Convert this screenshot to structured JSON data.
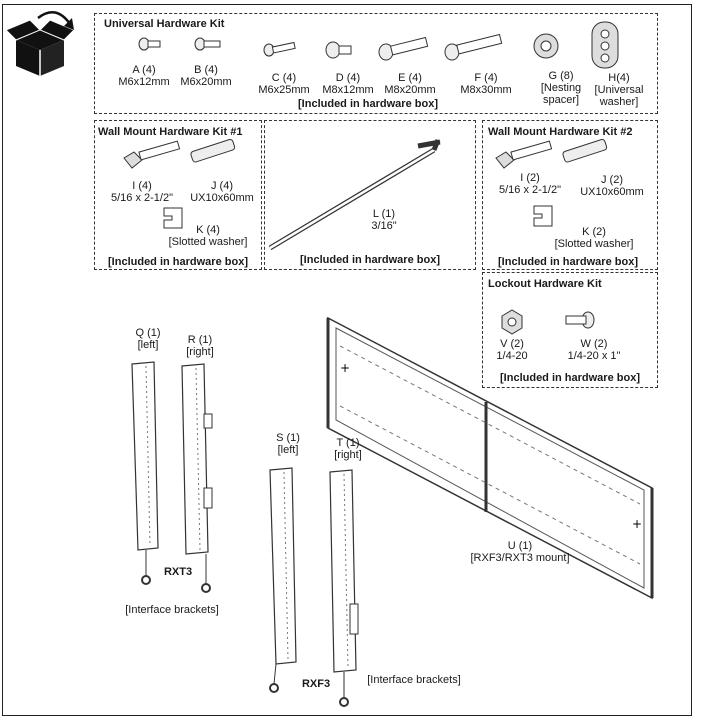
{
  "universal_kit": {
    "title": "Universal Hardware Kit",
    "parts": [
      {
        "id": "A",
        "label": "A (4)",
        "spec": "M6x12mm"
      },
      {
        "id": "B",
        "label": "B (4)",
        "spec": "M6x20mm"
      },
      {
        "id": "C",
        "label": "C (4)",
        "spec": "M6x25mm"
      },
      {
        "id": "D",
        "label": "D (4)",
        "spec": "M8x12mm"
      },
      {
        "id": "E",
        "label": "E (4)",
        "spec": "M8x20mm"
      },
      {
        "id": "F",
        "label": "F (4)",
        "spec": "M8x30mm"
      },
      {
        "id": "G",
        "label": "G (8)",
        "spec": "[Nesting",
        "spec2": "spacer]"
      },
      {
        "id": "H",
        "label": "H(4)",
        "spec": "[Universal",
        "spec2": "washer]"
      }
    ],
    "note": "[Included in hardware box]"
  },
  "wall_kit_1": {
    "title": "Wall Mount Hardware Kit #1",
    "parts": [
      {
        "id": "I",
        "label": "I (4)",
        "spec": "5/16 x 2-1/2\""
      },
      {
        "id": "J",
        "label": "J (4)",
        "spec": "UX10x60mm"
      },
      {
        "id": "K",
        "label": "K (4)",
        "spec": "[Slotted washer]"
      }
    ],
    "note": "[Included in hardware box]"
  },
  "wrench_box": {
    "part": {
      "id": "L",
      "label": "L (1)",
      "spec": "3/16\""
    },
    "note": "[Included in hardware box]"
  },
  "wall_kit_2": {
    "title": "Wall Mount Hardware Kit #2",
    "parts": [
      {
        "id": "I",
        "label": "I (2)",
        "spec": "5/16 x 2-1/2\""
      },
      {
        "id": "J",
        "label": "J (2)",
        "spec": "UX10x60mm"
      },
      {
        "id": "K",
        "label": "K (2)",
        "spec": "[Slotted washer]"
      }
    ],
    "note": "[Included in hardware box]"
  },
  "lockout_kit": {
    "title": "Lockout Hardware Kit",
    "parts": [
      {
        "id": "V",
        "label": "V (2)",
        "spec": "1/4-20"
      },
      {
        "id": "W",
        "label": "W (2)",
        "spec": "1/4-20 x 1\""
      }
    ],
    "note": "[Included in hardware box]"
  },
  "brackets_rxt3": {
    "q": {
      "label": "Q (1)",
      "side": "[left]"
    },
    "r": {
      "label": "R (1)",
      "side": "[right]"
    },
    "model": "RXT3",
    "caption": "[Interface brackets]"
  },
  "brackets_rxf3": {
    "s": {
      "label": "S (1)",
      "side": "[left]"
    },
    "t": {
      "label": "T (1)",
      "side": "[right]"
    },
    "model": "RXF3",
    "caption": "[Interface brackets]"
  },
  "mount": {
    "label": "U (1)",
    "spec": "[RXF3/RXT3 mount]"
  },
  "icons": {
    "box": "open-box-icon",
    "arrow": "curved-arrow-icon"
  }
}
